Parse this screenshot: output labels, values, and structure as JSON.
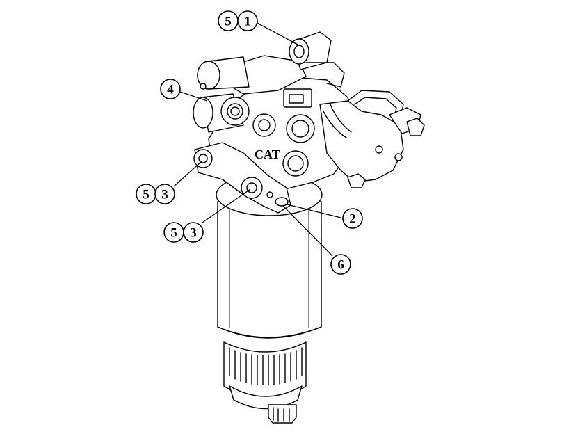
{
  "callouts": {
    "c51_a": "5",
    "c51_b": "1",
    "c4": "4",
    "c53_upper_a": "5",
    "c53_upper_b": "3",
    "c53_lower_a": "5",
    "c53_lower_b": "3",
    "c2": "2",
    "c6": "6"
  },
  "logo": "CAT"
}
